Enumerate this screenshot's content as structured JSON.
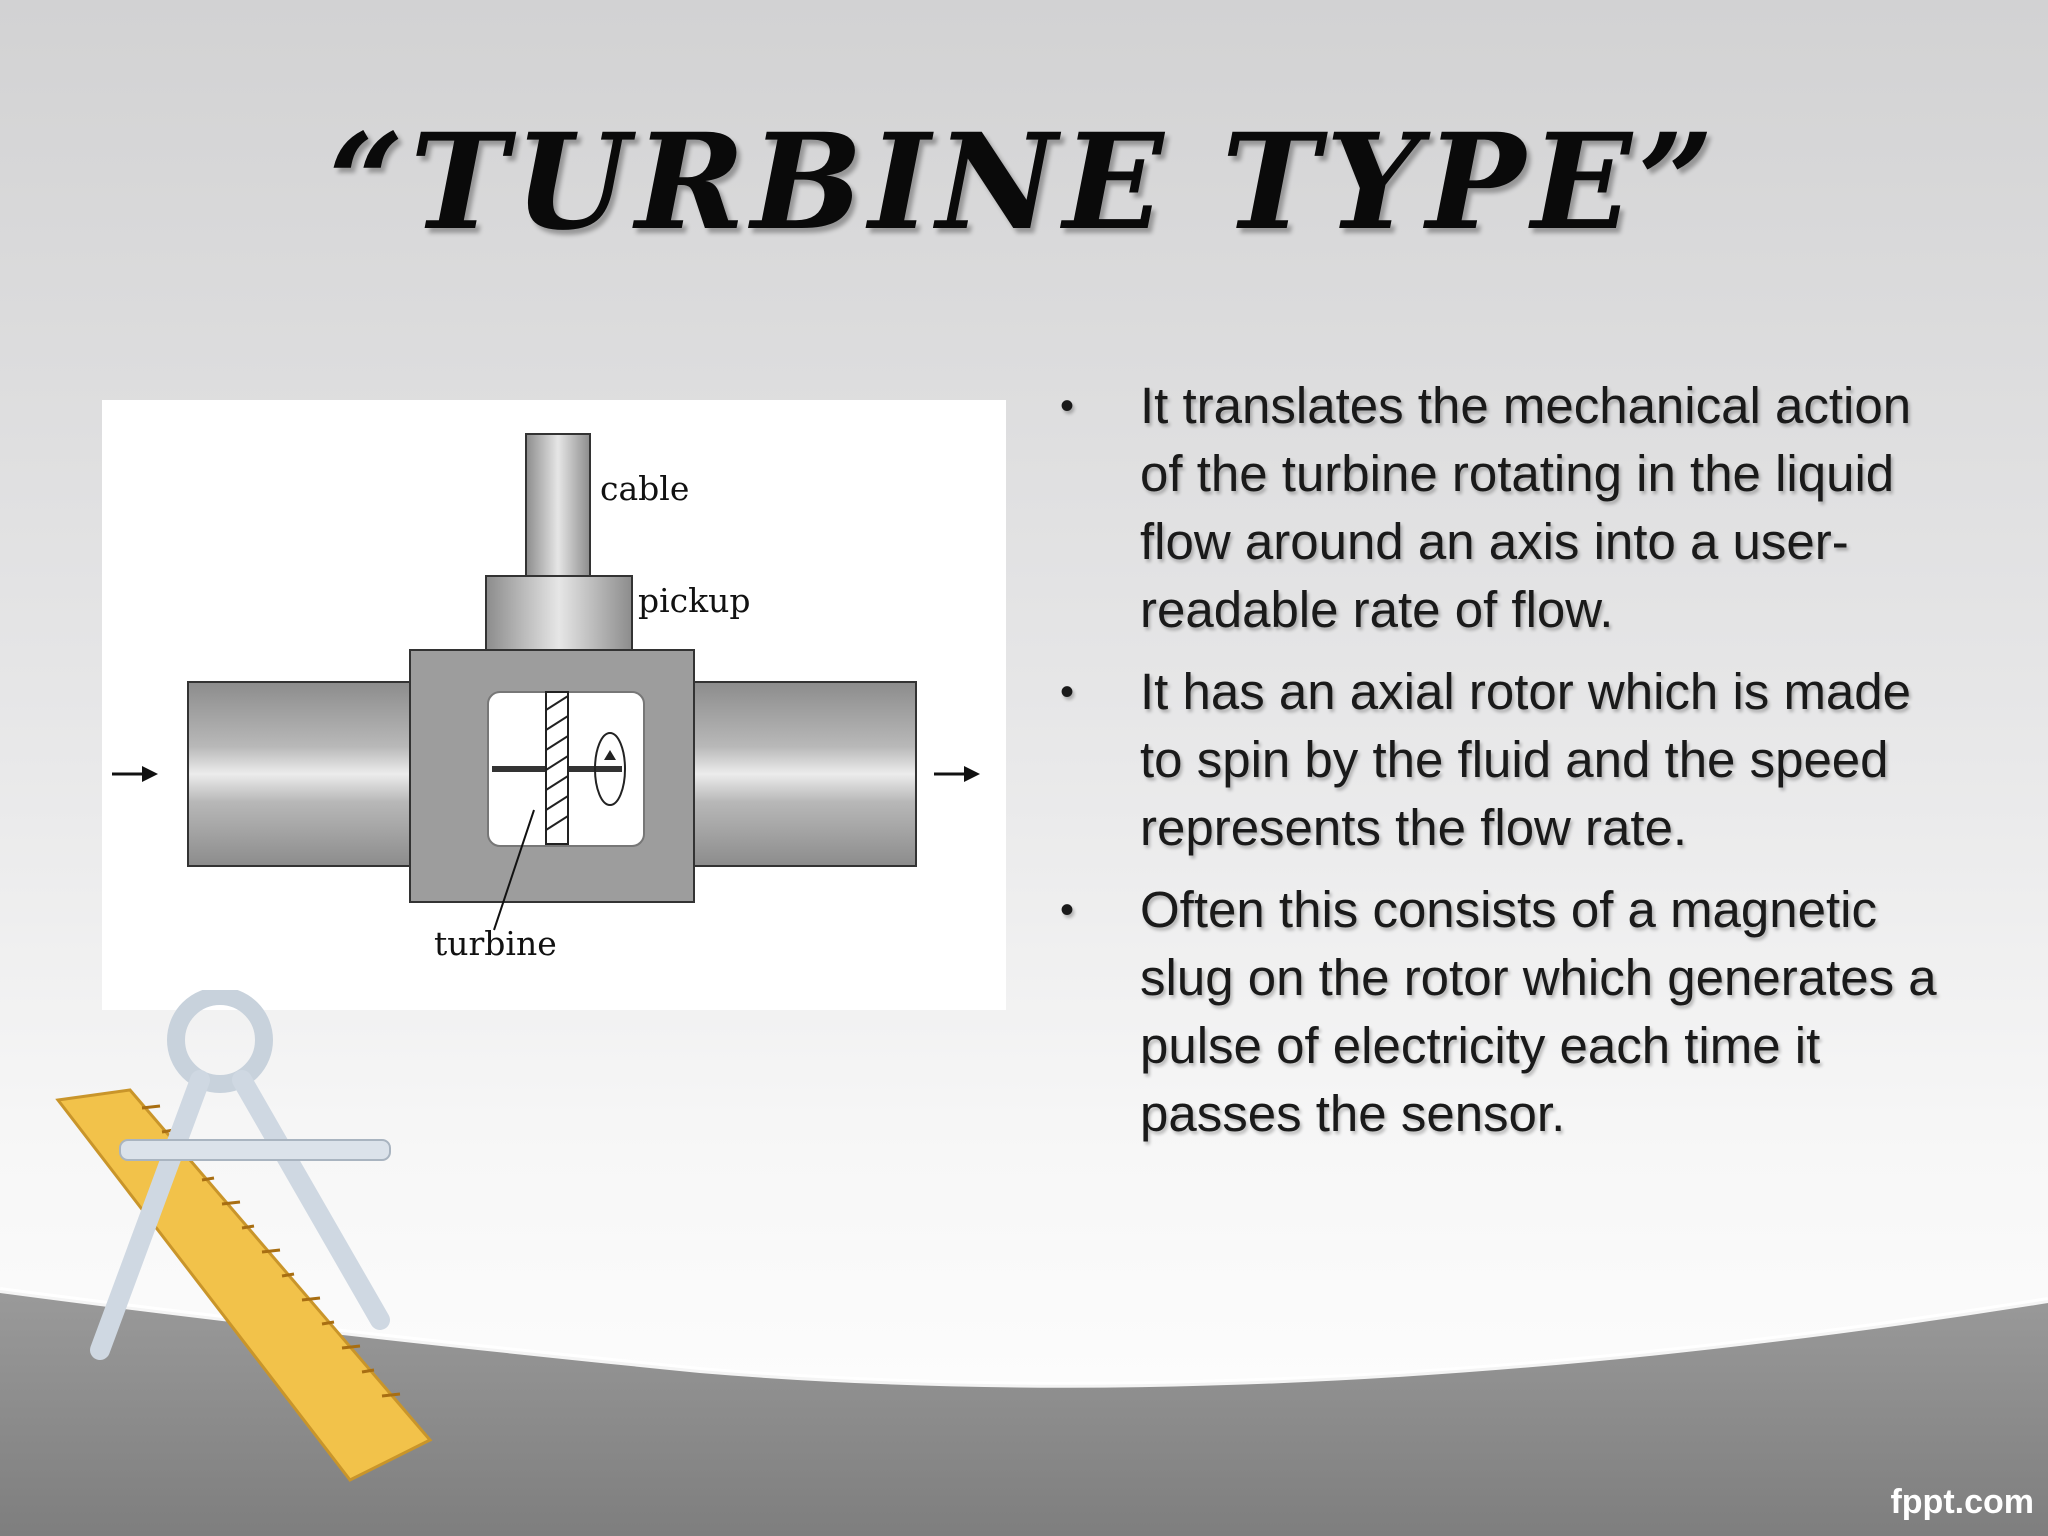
{
  "slide": {
    "title": "“TURBINE TYPE”",
    "diagram": {
      "labels": {
        "cable": "cable",
        "pickup": "pickup",
        "turbine": "turbine"
      },
      "colors": {
        "pipe": "#9a9a9a",
        "pipe_light": "#d8d8d8",
        "outline": "#333333"
      }
    },
    "bullets": [
      {
        "marker": "•",
        "text": "It translates the mechanical action of the turbine rotating in the liquid flow around an axis into a user-readable rate of flow."
      },
      {
        "marker": "•",
        "text": "It has an axial rotor which is made to spin by the fluid and the speed represents the flow rate."
      },
      {
        "marker": "•",
        "text": "Often this consists of a magnetic slug on the rotor which generates a pulse of electricity each time it passes the sensor."
      }
    ],
    "footer": {
      "brand": "fppt.com"
    },
    "decor_icons": [
      "ruler-icon",
      "compass-icon"
    ],
    "colors": {
      "wave": "#8a8a8a",
      "ruler": "#f2c24a",
      "title": "#0a0a0a"
    }
  }
}
